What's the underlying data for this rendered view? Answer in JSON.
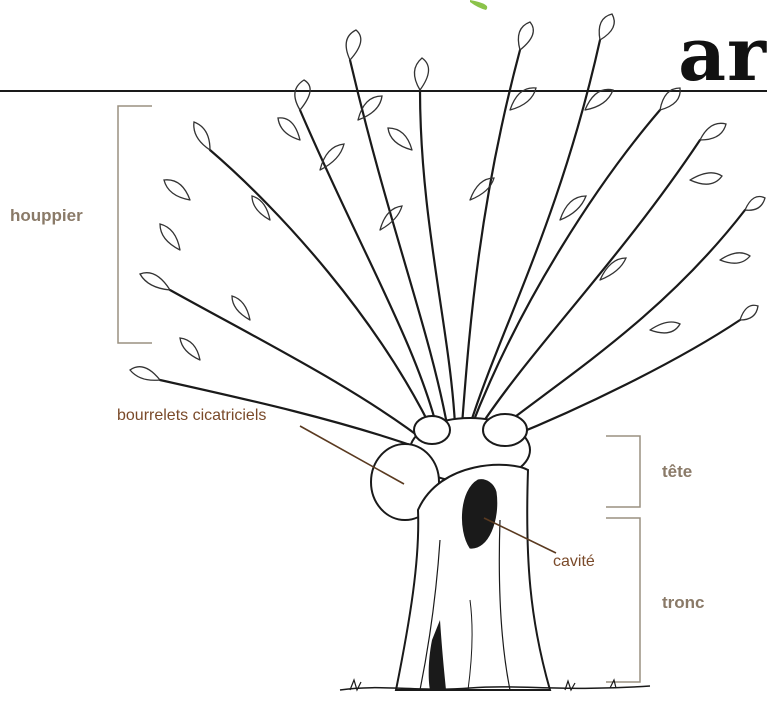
{
  "heading": {
    "text": "ar"
  },
  "labels": {
    "houppier": "houppier",
    "tete": "tête",
    "tronc": "tronc",
    "bourrelets": "bourrelets cicatriciels",
    "cavite": "cavité"
  },
  "colors": {
    "category_label": "#8a7a68",
    "part_label": "#7a4a2a",
    "bracket": "#9a9080",
    "leader": "#5a3a20",
    "accent_green": "#8bc34a",
    "ink": "#1a1a1a"
  }
}
